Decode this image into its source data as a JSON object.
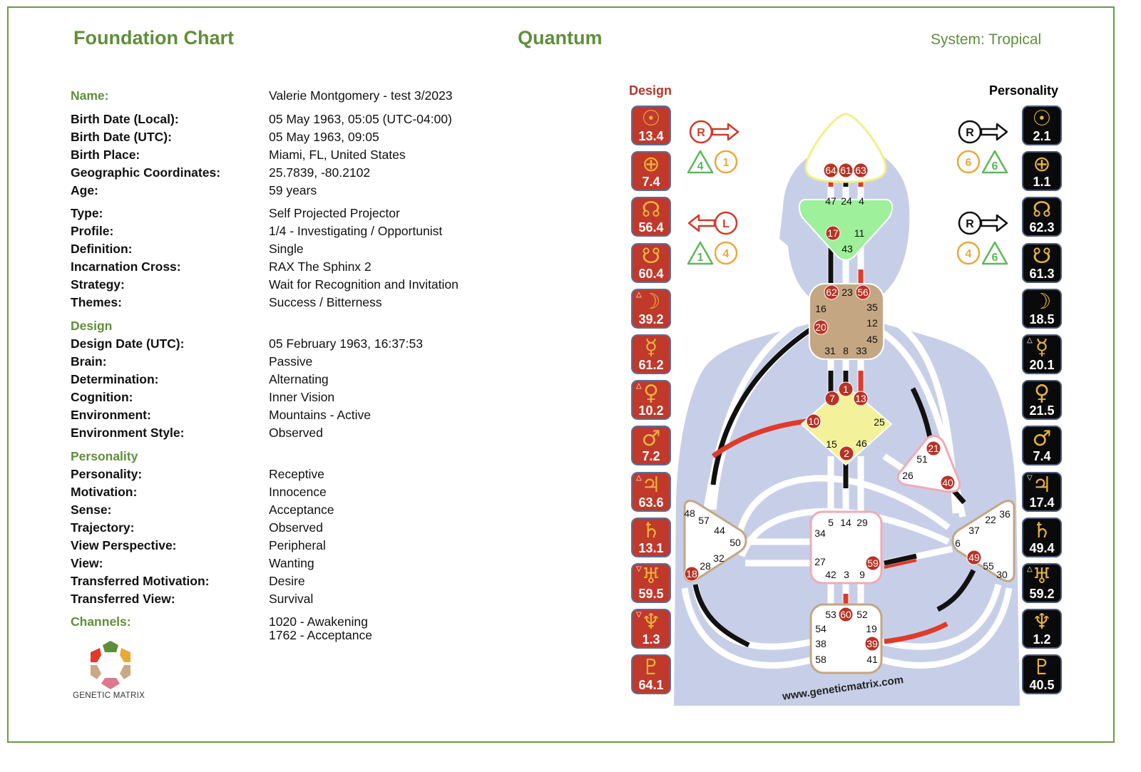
{
  "header": {
    "title_left": "Foundation Chart",
    "title_center": "Quantum",
    "system": "System: Tropical"
  },
  "profile": {
    "name_label": "Name:",
    "name_value": "Valerie Montgomery - test 3/2023",
    "rows_a": [
      {
        "label": "Birth Date (Local):",
        "value": "05 May 1963, 05:05 (UTC-04:00)"
      },
      {
        "label": "Birth Date (UTC):",
        "value": "05 May 1963, 09:05"
      },
      {
        "label": "Birth Place:",
        "value": "Miami, FL, United States"
      },
      {
        "label": "Geographic Coordinates:",
        "value": "25.7839, -80.2102"
      },
      {
        "label": "Age:",
        "value": "59 years"
      }
    ],
    "rows_b": [
      {
        "label": "Type:",
        "value": "Self Projected Projector"
      },
      {
        "label": "Profile:",
        "value": "1/4 - Investigating / Opportunist"
      },
      {
        "label": "Definition:",
        "value": "Single"
      },
      {
        "label": "Incarnation Cross:",
        "value": "RAX The Sphinx 2"
      },
      {
        "label": "Strategy:",
        "value": "Wait for Recognition and Invitation"
      },
      {
        "label": "Themes:",
        "value": "Success / Bitterness"
      }
    ],
    "design_heading": "Design",
    "rows_design": [
      {
        "label": "Design Date (UTC):",
        "value": "05 February 1963, 16:37:53"
      },
      {
        "label": "Brain:",
        "value": "Passive"
      },
      {
        "label": "Determination:",
        "value": "Alternating"
      },
      {
        "label": "Cognition:",
        "value": "Inner Vision"
      },
      {
        "label": "Environment:",
        "value": "Mountains - Active"
      },
      {
        "label": "Environment Style:",
        "value": "Observed"
      }
    ],
    "personality_heading": "Personality",
    "rows_personality": [
      {
        "label": "Personality:",
        "value": "Receptive"
      },
      {
        "label": "Motivation:",
        "value": "Innocence"
      },
      {
        "label": "Sense:",
        "value": "Acceptance"
      },
      {
        "label": "Trajectory:",
        "value": "Observed"
      },
      {
        "label": "View Perspective:",
        "value": "Peripheral"
      },
      {
        "label": "View:",
        "value": "Wanting"
      },
      {
        "label": "Transferred Motivation:",
        "value": "Desire"
      },
      {
        "label": "Transferred View:",
        "value": "Survival"
      }
    ],
    "channels_label": "Channels:",
    "channels": [
      "1020 - Awakening",
      "1762 - Acceptance"
    ]
  },
  "logo": {
    "text": "GENETIC MATRIX"
  },
  "bodygraph": {
    "design_heading": "Design",
    "personality_heading": "Personality",
    "colors": {
      "design": "#c0392b",
      "personality": "#0a0a0a",
      "glyph": "#e6b33a",
      "accent_green": "#5f8f3a"
    },
    "design_planets": [
      {
        "planet": "sun",
        "glyph": "☉",
        "value": "13.4",
        "mark": ""
      },
      {
        "planet": "earth",
        "glyph": "⊕",
        "value": "7.4",
        "mark": ""
      },
      {
        "planet": "north-node",
        "glyph": "☊",
        "value": "56.4",
        "mark": ""
      },
      {
        "planet": "south-node",
        "glyph": "☋",
        "value": "60.4",
        "mark": ""
      },
      {
        "planet": "moon",
        "glyph": "☽",
        "value": "39.2",
        "mark": "△"
      },
      {
        "planet": "mercury",
        "glyph": "☿",
        "value": "61.2",
        "mark": ""
      },
      {
        "planet": "venus",
        "glyph": "♀",
        "value": "10.2",
        "mark": "△"
      },
      {
        "planet": "mars",
        "glyph": "♂",
        "value": "7.2",
        "mark": ""
      },
      {
        "planet": "jupiter",
        "glyph": "♃",
        "value": "63.6",
        "mark": "△"
      },
      {
        "planet": "saturn",
        "glyph": "♄",
        "value": "13.1",
        "mark": ""
      },
      {
        "planet": "uranus",
        "glyph": "♅",
        "value": "59.5",
        "mark": "▽"
      },
      {
        "planet": "neptune",
        "glyph": "♆",
        "value": "1.3",
        "mark": "▽"
      },
      {
        "planet": "pluto",
        "glyph": "♇",
        "value": "64.1",
        "mark": ""
      }
    ],
    "personality_planets": [
      {
        "planet": "sun",
        "glyph": "☉",
        "value": "2.1",
        "mark": ""
      },
      {
        "planet": "earth",
        "glyph": "⊕",
        "value": "1.1",
        "mark": ""
      },
      {
        "planet": "north-node",
        "glyph": "☊",
        "value": "62.3",
        "mark": ""
      },
      {
        "planet": "south-node",
        "glyph": "☋",
        "value": "61.3",
        "mark": ""
      },
      {
        "planet": "moon",
        "glyph": "☽",
        "value": "18.5",
        "mark": ""
      },
      {
        "planet": "mercury",
        "glyph": "☿",
        "value": "20.1",
        "mark": "△"
      },
      {
        "planet": "venus",
        "glyph": "♀",
        "value": "21.5",
        "mark": ""
      },
      {
        "planet": "mars",
        "glyph": "♂",
        "value": "7.4",
        "mark": ""
      },
      {
        "planet": "jupiter",
        "glyph": "♃",
        "value": "17.4",
        "mark": "▽"
      },
      {
        "planet": "saturn",
        "glyph": "♄",
        "value": "49.4",
        "mark": ""
      },
      {
        "planet": "uranus",
        "glyph": "♅",
        "value": "59.2",
        "mark": "△"
      },
      {
        "planet": "neptune",
        "glyph": "♆",
        "value": "1.2",
        "mark": ""
      },
      {
        "planet": "pluto",
        "glyph": "♇",
        "value": "40.5",
        "mark": ""
      }
    ],
    "variables": {
      "design_top": {
        "arrow_letter": "R",
        "direction": "right",
        "triangle": "4",
        "circle": "1"
      },
      "design_bottom": {
        "arrow_letter": "L",
        "direction": "left",
        "triangle": "1",
        "circle": "4"
      },
      "personality_top": {
        "arrow_letter": "R",
        "direction": "right",
        "circle": "6",
        "triangle": "6"
      },
      "personality_bottom": {
        "arrow_letter": "R",
        "direction": "right",
        "circle": "4",
        "triangle": "6"
      }
    },
    "centers": {
      "head": {
        "active": [
          "64",
          "61",
          "63"
        ],
        "inactive": []
      },
      "ajna": {
        "active": [
          "17"
        ],
        "inactive": [
          "47",
          "24",
          "4",
          "11",
          "43"
        ]
      },
      "throat": {
        "active": [
          "62",
          "56",
          "20"
        ],
        "inactive": [
          "23",
          "16",
          "35",
          "12",
          "45",
          "31",
          "8",
          "33"
        ]
      },
      "g": {
        "active": [
          "7",
          "1",
          "13",
          "10",
          "2"
        ],
        "inactive": [
          "25",
          "15",
          "46"
        ]
      },
      "ego": {
        "active": [
          "21",
          "40"
        ],
        "inactive": [
          "51",
          "26"
        ]
      },
      "spleen": {
        "active": [
          "18"
        ],
        "inactive": [
          "48",
          "57",
          "44",
          "50",
          "32",
          "28"
        ]
      },
      "sacral": {
        "active": [
          "59"
        ],
        "inactive": [
          "5",
          "14",
          "29",
          "34",
          "27",
          "42",
          "3",
          "9"
        ]
      },
      "solar_plexus": {
        "active": [
          "49"
        ],
        "inactive": [
          "36",
          "22",
          "37",
          "6",
          "55",
          "30"
        ]
      },
      "root": {
        "active": [
          "60",
          "39"
        ],
        "inactive": [
          "53",
          "52",
          "54",
          "19",
          "38",
          "58",
          "41"
        ]
      }
    },
    "watermark": "www.geneticmatrix.com"
  }
}
